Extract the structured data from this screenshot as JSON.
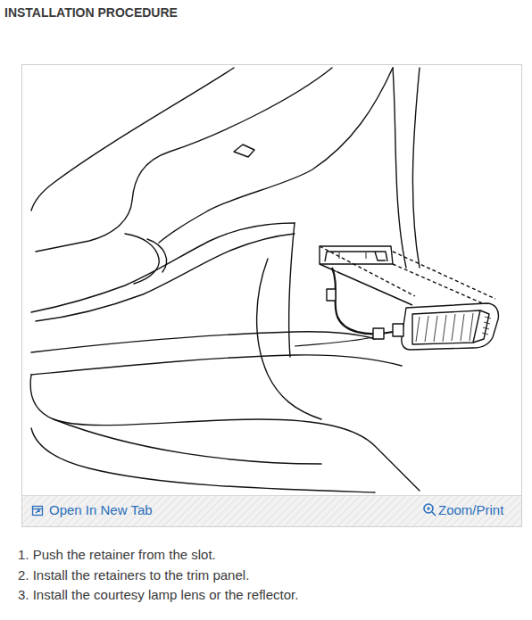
{
  "diagram": {
    "title": "INSTALLATION PROCEDURE",
    "labels": [
      "Open In New Tab",
      "Zoom/Print",
      "1. Push the retainer from the slot.",
      "2. Install the retainers to the trim panel.",
      "3. Install the courtesy lamp lens or the reflector."
    ]
  }
}
